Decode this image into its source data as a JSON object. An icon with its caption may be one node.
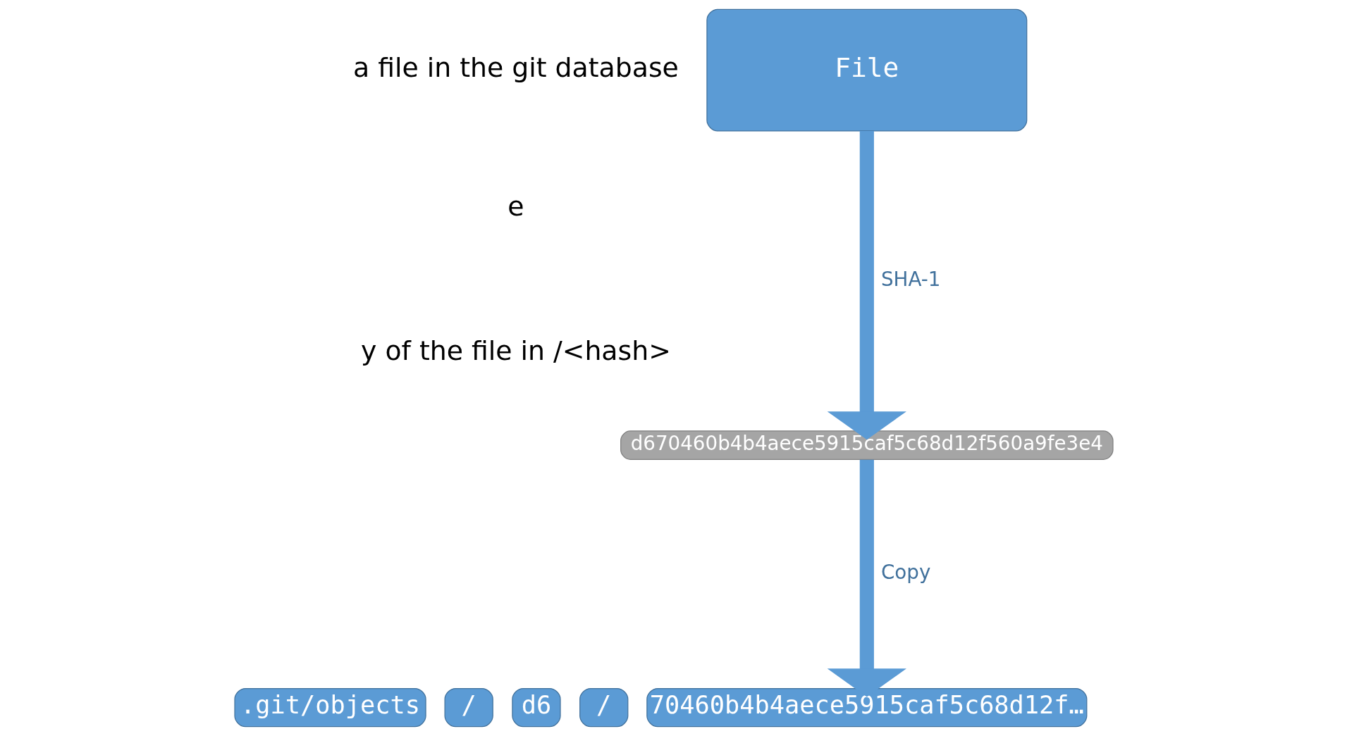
{
  "diagram": {
    "nodes": [
      {
        "text": [
          "File"
        ]
      },
      {
        "text": [
          "d670460b4b4aece5915caf5c68d12f560a9fe3e4"
        ]
      },
      {
        "text": [
          ".git/objects"
        ]
      },
      {
        "text": [
          "/"
        ]
      },
      {
        "text": [
          "d6"
        ]
      },
      {
        "text": [
          "/"
        ]
      },
      {
        "text": [
          "70460b4b4aece5915caf5c68d12f…"
        ]
      }
    ],
    "edges": [
      {
        "from": 0,
        "to": 1,
        "arrow": "to",
        "label": "SHA-1"
      },
      {
        "from": 1,
        "to": 6,
        "arrow": "to",
        "label": "Copy"
      }
    ],
    "labels": [
      "a file in the git database",
      "e",
      "y of the file in /<hash>"
    ]
  }
}
